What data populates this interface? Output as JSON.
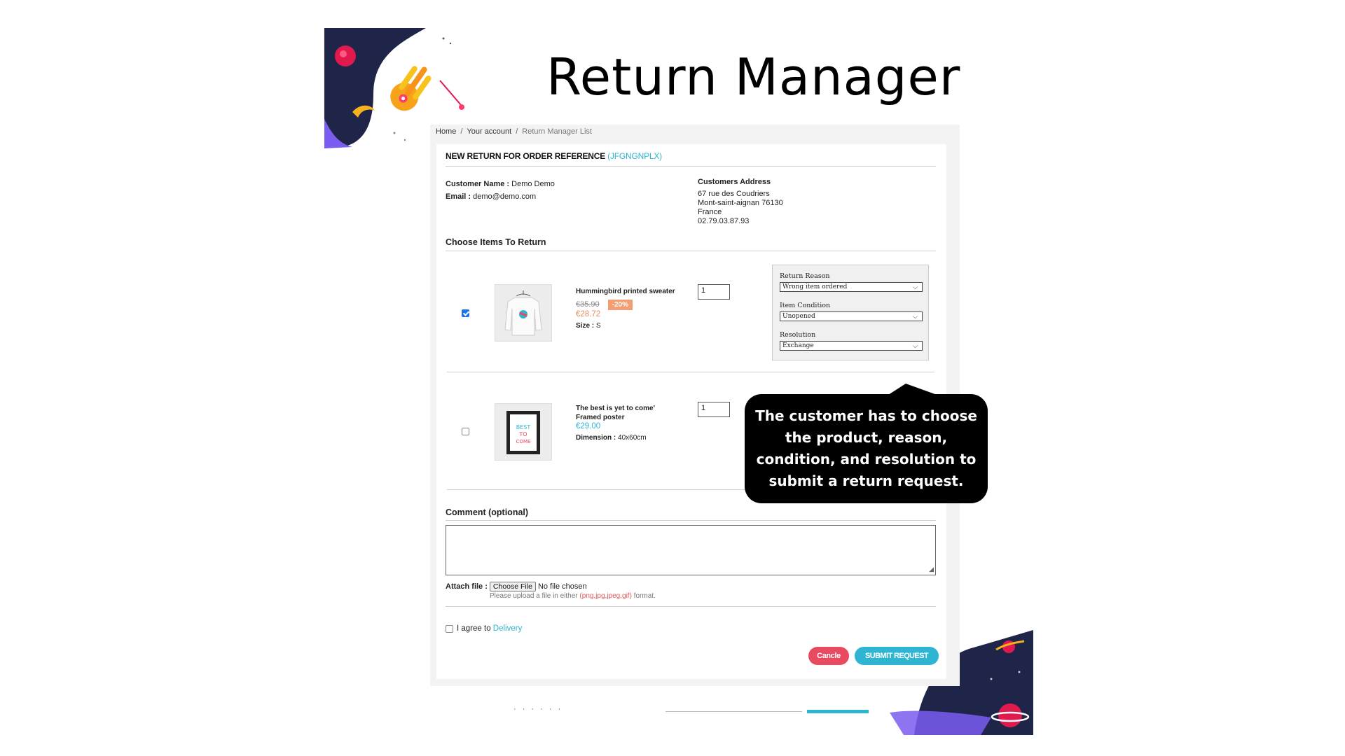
{
  "slide": {
    "title": "Return Manager"
  },
  "breadcrumb": {
    "home": "Home",
    "sep": "/",
    "account": "Your account",
    "current": "Return Manager List"
  },
  "form": {
    "heading": "NEW RETURN FOR ORDER REFERENCE",
    "order_ref": "(JFGNGNPLX)",
    "customer_name_label": "Customer Name :",
    "customer_name": "Demo Demo",
    "email_label": "Email :",
    "email": "demo@demo.com",
    "address_label": "Customers Address",
    "address_lines": [
      "67 rue des Coudriers",
      "Mont-saint-aignan 76130",
      "France",
      "02.79.03.87.93"
    ],
    "choose_items_label": "Choose Items To Return",
    "items": [
      {
        "name": "Hummingbird printed sweater",
        "price_old": "€35.90",
        "discount": "-20%",
        "price": "€28.72",
        "attr_label": "Size :",
        "attr_value": "S",
        "qty": "1",
        "checked": true
      },
      {
        "name": "The best is yet to come' Framed poster",
        "price": "€29.00",
        "attr_label": "Dimension :",
        "attr_value": "40x60cm",
        "qty": "1",
        "checked": false
      }
    ],
    "options": {
      "return_reason_label": "Return Reason",
      "return_reason_value": "Wrong item ordered",
      "item_condition_label": "Item Condition",
      "item_condition_value": "Unopened",
      "resolution_label": "Resolution",
      "resolution_value": "Exchange"
    },
    "comment_label": "Comment (optional)",
    "attach_label": "Attach file :",
    "choose_file_btn": "Choose File",
    "no_file": "No file chosen",
    "upload_hint_pre": "Please upload a file in either",
    "upload_formats": "(png,jpg,jpeg,gif)",
    "upload_hint_post": "format.",
    "agree_text": "I agree to",
    "agree_link": "Delivery",
    "cancel_btn": "Cancle",
    "submit_btn": "SUBMIT REQUEST"
  },
  "callout": {
    "text": "The customer has to choose the product, reason, condition, and resolution to submit a return request."
  },
  "colors": {
    "accent": "#2fb5d2",
    "cancel": "#e84a5f",
    "discount": "#f39d72",
    "callout_bg": "#000000"
  }
}
